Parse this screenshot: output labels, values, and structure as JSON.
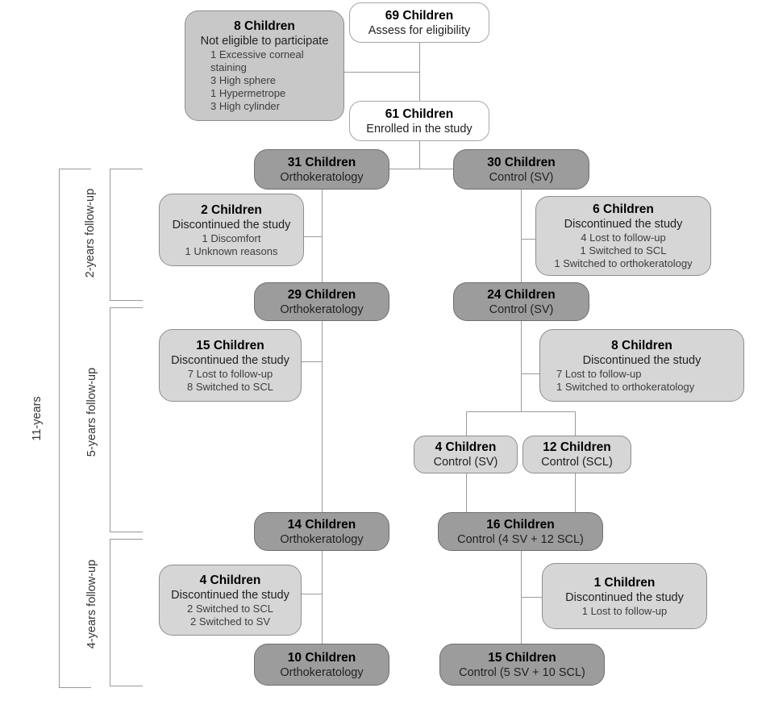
{
  "diagram": {
    "title_implicit": "Study flow chart",
    "colors": {
      "line": "#9a9a9a",
      "dark_fill": "#9c9c9c",
      "dark_border": "#6f6f6f",
      "light_fill": "#d6d6d6",
      "light_border": "#8e8e8e",
      "eligibility_fill": "#c8c8c8",
      "white_fill": "#ffffff",
      "white_border": "#a6a6a6"
    }
  },
  "side_labels": [
    {
      "id": "overall",
      "text": "11-years"
    },
    {
      "id": "followup-2y",
      "text": "2-years follow-up"
    },
    {
      "id": "followup-5y",
      "text": "5-years follow-up"
    },
    {
      "id": "followup-4y",
      "text": "4-years follow-up"
    }
  ],
  "boxes": [
    {
      "title": "69 Children",
      "subtitle": "Assess for eligibility"
    },
    {
      "title": "8 Children",
      "subtitle": "Not eligible to participate",
      "details": [
        "1 Excessive corneal staining",
        "3 High sphere",
        "1 Hypermetrope",
        "3 High cylinder"
      ]
    },
    {
      "title": "61 Children",
      "subtitle": "Enrolled in the study"
    },
    {
      "title": "31 Children",
      "subtitle": "Orthokeratology"
    },
    {
      "title": "30 Children",
      "subtitle": "Control (SV)"
    },
    {
      "title": "2 Children",
      "subtitle": "Discontinued the study",
      "details": [
        "1 Discomfort",
        "1 Unknown reasons"
      ]
    },
    {
      "title": "6 Children",
      "subtitle": "Discontinued the study",
      "details": [
        "4 Lost to follow-up",
        "1 Switched to SCL",
        "1 Switched to orthokeratology"
      ]
    },
    {
      "title": "29 Children",
      "subtitle": "Orthokeratology"
    },
    {
      "title": "24 Children",
      "subtitle": "Control (SV)"
    },
    {
      "title": "15 Children",
      "subtitle": "Discontinued the study",
      "details": [
        "7 Lost to follow-up",
        "8 Switched to SCL"
      ]
    },
    {
      "title": "8 Children",
      "subtitle": "Discontinued the study",
      "details": [
        "7 Lost to follow-up",
        "1 Switched to orthokeratology"
      ]
    },
    {
      "title": "4 Children",
      "subtitle": "Control (SV)"
    },
    {
      "title": "12 Children",
      "subtitle": "Control (SCL)"
    },
    {
      "title": "14 Children",
      "subtitle": "Orthokeratology"
    },
    {
      "title": "16 Children",
      "subtitle": "Control (4 SV + 12 SCL)"
    },
    {
      "title": "4 Children",
      "subtitle": "Discontinued the study",
      "details": [
        "2 Switched to SCL",
        "2 Switched to SV"
      ]
    },
    {
      "title": "1 Children",
      "subtitle": "Discontinued the study",
      "details": [
        "1 Lost to follow-up"
      ]
    },
    {
      "title": "10 Children",
      "subtitle": "Orthokeratology"
    },
    {
      "title": "15 Children",
      "subtitle": "Control (5 SV + 10 SCL)"
    }
  ]
}
